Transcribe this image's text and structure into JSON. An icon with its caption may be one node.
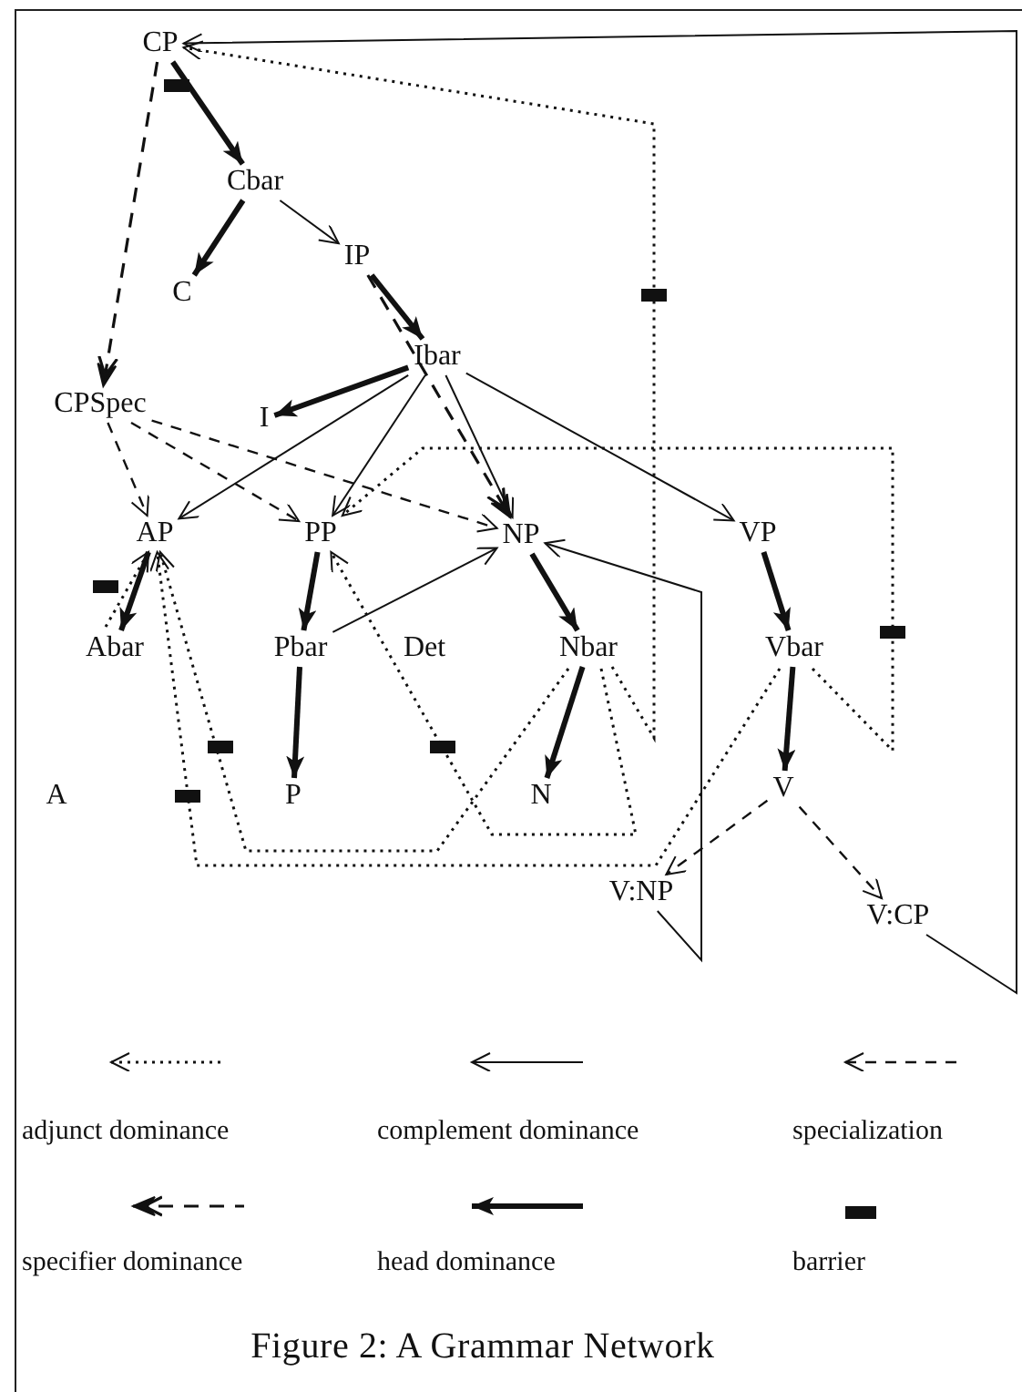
{
  "diagram": {
    "caption": "Figure 2: A Grammar Network",
    "nodes": [
      {
        "text": [
          "CP"
        ]
      },
      {
        "text": [
          "Cbar"
        ]
      },
      {
        "text": [
          "C"
        ]
      },
      {
        "text": [
          "IP"
        ]
      },
      {
        "text": [
          "Ibar"
        ]
      },
      {
        "text": [
          "CPSpec"
        ]
      },
      {
        "text": [
          "I"
        ]
      },
      {
        "text": [
          "AP"
        ]
      },
      {
        "text": [
          "PP"
        ]
      },
      {
        "text": [
          "NP"
        ]
      },
      {
        "text": [
          "VP"
        ]
      },
      {
        "text": [
          "Abar"
        ]
      },
      {
        "text": [
          "Pbar"
        ]
      },
      {
        "text": [
          "Det"
        ]
      },
      {
        "text": [
          "Nbar"
        ]
      },
      {
        "text": [
          "Vbar"
        ]
      },
      {
        "text": [
          "A"
        ]
      },
      {
        "text": [
          "P"
        ]
      },
      {
        "text": [
          "N"
        ]
      },
      {
        "text": [
          "V"
        ]
      },
      {
        "text": [
          "V:NP"
        ]
      },
      {
        "text": [
          "V:CP"
        ]
      }
    ],
    "edges": [
      {
        "from": 0,
        "to": 1,
        "arrow": "to",
        "style": "thick"
      },
      {
        "from": 0,
        "to": 5,
        "arrow": "to",
        "style": "dashed"
      },
      {
        "from": 1,
        "to": 2,
        "arrow": "to",
        "style": "thick"
      },
      {
        "from": 1,
        "to": 3,
        "arrow": "to"
      },
      {
        "from": 3,
        "to": 4,
        "arrow": "to",
        "style": "thick"
      },
      {
        "from": 3,
        "to": 9,
        "arrow": "to",
        "style": "dashed"
      },
      {
        "from": 4,
        "to": 6,
        "arrow": "to",
        "style": "thick"
      },
      {
        "from": 4,
        "to": 7,
        "arrow": "to"
      },
      {
        "from": 4,
        "to": 8,
        "arrow": "to"
      },
      {
        "from": 4,
        "to": 9,
        "arrow": "to"
      },
      {
        "from": 4,
        "to": 10,
        "arrow": "to"
      },
      {
        "from": 5,
        "to": 7,
        "arrow": "to",
        "style": "dashed"
      },
      {
        "from": 5,
        "to": 8,
        "arrow": "to",
        "style": "dashed"
      },
      {
        "from": 5,
        "to": 9,
        "arrow": "to",
        "style": "dashed"
      },
      {
        "from": 7,
        "to": 11,
        "arrow": "to",
        "style": "thick"
      },
      {
        "from": 11,
        "to": 7,
        "arrow": "to",
        "style": "dashed"
      },
      {
        "from": 8,
        "to": 12,
        "arrow": "to",
        "style": "thick"
      },
      {
        "from": 12,
        "to": 17,
        "arrow": "to",
        "style": "thick"
      },
      {
        "from": 12,
        "to": 9,
        "arrow": "to"
      },
      {
        "from": 9,
        "to": 14,
        "arrow": "to",
        "style": "thick"
      },
      {
        "from": 14,
        "to": 18,
        "arrow": "to",
        "style": "thick"
      },
      {
        "from": 14,
        "to": 0,
        "arrow": "to",
        "style": "dashed"
      },
      {
        "from": 14,
        "to": 8,
        "arrow": "to",
        "style": "dashed"
      },
      {
        "from": 14,
        "to": 7,
        "arrow": "to",
        "style": "dashed"
      },
      {
        "from": 15,
        "to": 7,
        "arrow": "to",
        "style": "dashed"
      },
      {
        "from": 15,
        "to": 8,
        "arrow": "to",
        "style": "dashed"
      },
      {
        "from": 10,
        "to": 15,
        "arrow": "to",
        "style": "thick"
      },
      {
        "from": 15,
        "to": 19,
        "arrow": "to",
        "style": "thick"
      },
      {
        "from": 19,
        "to": 20,
        "arrow": "to",
        "style": "dashed"
      },
      {
        "from": 19,
        "to": 21,
        "arrow": "to",
        "style": "dashed"
      },
      {
        "from": 20,
        "to": 9,
        "arrow": "to"
      },
      {
        "from": 21,
        "to": 0,
        "arrow": "to"
      }
    ],
    "legend": [
      {
        "text": "adjunct dominance"
      },
      {
        "text": "complement dominance"
      },
      {
        "text": "specialization"
      },
      {
        "text": "specifier dominance"
      },
      {
        "text": "head dominance"
      },
      {
        "text": "barrier"
      }
    ]
  }
}
